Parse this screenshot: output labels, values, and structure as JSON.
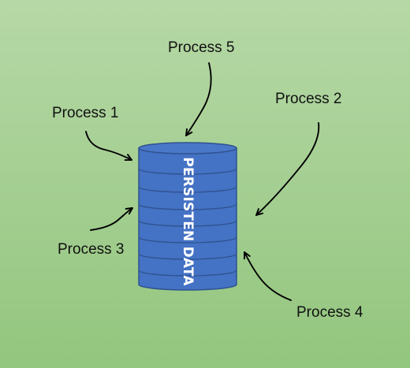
{
  "processes": {
    "p1": "Process 1",
    "p2": "Process 2",
    "p3": "Process 3",
    "p4": "Process 4",
    "p5": "Process 5"
  },
  "database": {
    "label": "PERSISTEN DATA"
  },
  "colors": {
    "background_top": "#b6d8a6",
    "background_bottom": "#93c67e",
    "cylinder_fill": "#4472c4",
    "cylinder_stroke": "#2f528f",
    "arrow": "#000000"
  }
}
